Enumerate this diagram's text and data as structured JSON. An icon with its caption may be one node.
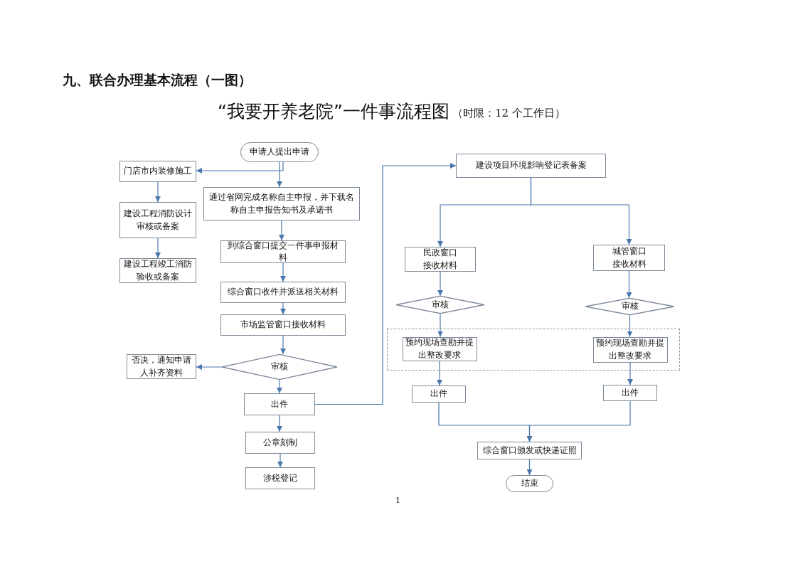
{
  "diagram": {
    "title": "“我要开养老院”一件事流程图",
    "nodes": [
      {
        "text": [
          "申请人提出申请"
        ]
      },
      {
        "text": [
          "门店市内装修施工"
        ]
      },
      {
        "text": [
          "通过省网完成名称自主申报，并下载名称自主申报告知书及承诺书"
        ]
      },
      {
        "text": [
          "建设工程消防设计审核或备案"
        ]
      },
      {
        "text": [
          "建设工程竣工消防验收或备案"
        ]
      },
      {
        "text": [
          "到综合窗口提交一件事申报材料"
        ]
      },
      {
        "text": [
          "综合窗口收件并派送相关材料"
        ]
      },
      {
        "text": [
          "市场监管窗口接收材料"
        ]
      },
      {
        "text": [
          "审核"
        ]
      },
      {
        "text": [
          "否决，通知申请人补齐资料"
        ]
      },
      {
        "text": [
          "出件"
        ]
      },
      {
        "text": [
          "公章刻制"
        ]
      },
      {
        "text": [
          "涉税登记"
        ]
      },
      {
        "text": [
          "建设项目环境影响登记表备案"
        ]
      },
      {
        "text": [
          "民政窗口接收材料"
        ]
      },
      {
        "text": [
          "城管窗口接收材料"
        ]
      },
      {
        "text": [
          "审核"
        ]
      },
      {
        "text": [
          "审核"
        ]
      },
      {
        "text": [],
        "shape": "box"
      },
      {
        "text": [
          "预约现场查勘并提出整改要求"
        ],
        "in": 18
      },
      {
        "text": [
          "预约现场查勘并提出整改要求"
        ],
        "in": 18
      },
      {
        "text": [
          "出件"
        ]
      },
      {
        "text": [
          "出件"
        ]
      },
      {
        "text": [
          "综合窗口颁发或快递证照"
        ]
      },
      {
        "text": [
          "结束"
        ]
      }
    ],
    "edges": [
      {
        "from": 0,
        "to": 2,
        "arrow": "to"
      },
      {
        "from": 0,
        "to": 1,
        "arrow": "to"
      },
      {
        "from": 1,
        "to": 3,
        "arrow": "to"
      },
      {
        "from": 3,
        "to": 4,
        "arrow": "to"
      },
      {
        "from": 2,
        "to": 5,
        "arrow": "to"
      },
      {
        "from": 5,
        "to": 6,
        "arrow": "to"
      },
      {
        "from": 6,
        "to": 7,
        "arrow": "to"
      },
      {
        "from": 7,
        "to": 8,
        "arrow": "to"
      },
      {
        "from": 8,
        "to": 9,
        "arrow": "to"
      },
      {
        "from": 8,
        "to": 10,
        "arrow": "to"
      },
      {
        "from": 10,
        "to": 11,
        "arrow": "to"
      },
      {
        "from": 11,
        "to": 12,
        "arrow": "to"
      },
      {
        "from": 10,
        "to": 13,
        "arrow": "to"
      },
      {
        "from": 13,
        "to": 14,
        "arrow": "to"
      },
      {
        "from": 13,
        "to": 15,
        "arrow": "to"
      },
      {
        "from": 14,
        "to": 16,
        "arrow": "to"
      },
      {
        "from": 15,
        "to": 17,
        "arrow": "to"
      },
      {
        "from": 16,
        "to": 19,
        "arrow": "to"
      },
      {
        "from": 17,
        "to": 20,
        "arrow": "to"
      },
      {
        "from": 19,
        "to": 21,
        "arrow": "to"
      },
      {
        "from": 20,
        "to": 22,
        "arrow": "to"
      },
      {
        "from": 21,
        "to": 23,
        "arrow": "to"
      },
      {
        "from": 22,
        "to": 23,
        "arrow": "to"
      },
      {
        "from": 23,
        "to": 24,
        "arrow": "to"
      }
    ],
    "labels": [
      "九、联合办理基本流程（一图）",
      "（时限：12 个工作日）",
      "1"
    ]
  }
}
